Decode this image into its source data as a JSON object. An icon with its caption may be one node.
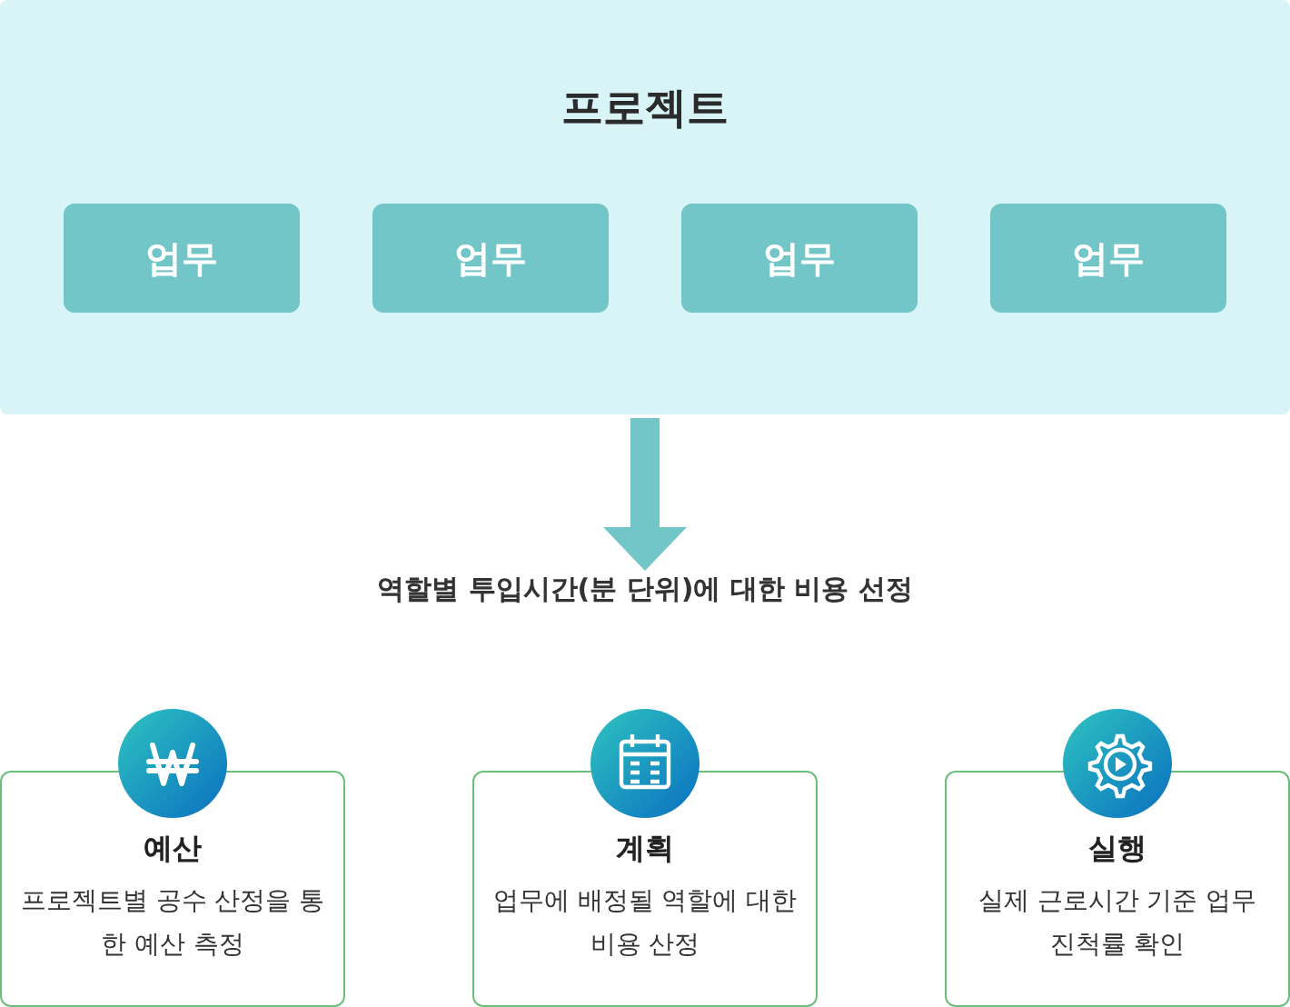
{
  "diagram": {
    "nodes": [
      {
        "text": [
          "프로젝트"
        ]
      },
      {
        "text": [
          "업무"
        ],
        "in": 0
      },
      {
        "text": [
          "업무"
        ],
        "in": 0
      },
      {
        "text": [
          "업무"
        ],
        "in": 0
      },
      {
        "text": [
          "업무"
        ],
        "in": 0
      },
      {
        "text": [
          "역할별 투입시간(분 단위)에 대한 비용 선정"
        ]
      },
      {
        "text": [
          "예산",
          "프로젝트별 공수 산정을 통한 예산 측정"
        ]
      },
      {
        "text": [
          "계획",
          "업무에 배정될 역할에 대한 비용 산정"
        ]
      },
      {
        "text": [
          "실행",
          "실제 근로시간 기준 업무 진척률 확인"
        ]
      }
    ],
    "edges": [
      {
        "from": 0,
        "to": 5,
        "arrow": "to"
      }
    ]
  }
}
